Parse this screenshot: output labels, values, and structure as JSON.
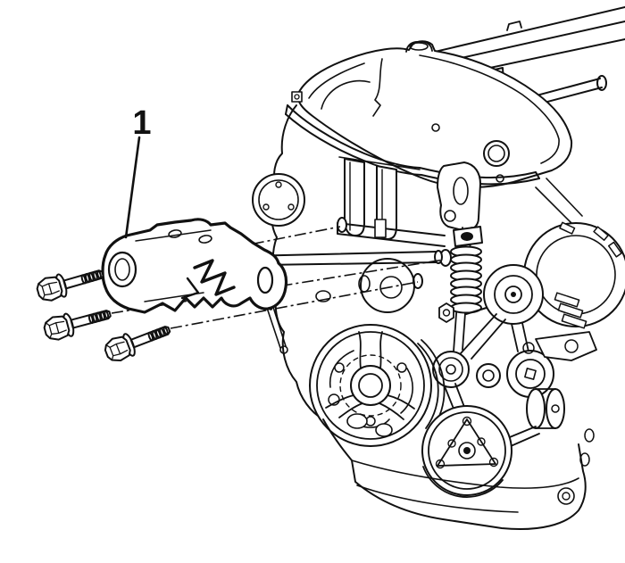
{
  "diagram": {
    "figure_type": "exploded-view line illustration, engine mount bracket to engine",
    "background_color": "#ffffff",
    "line_color": "#111111",
    "callouts": [
      {
        "label": "1",
        "points_to": "engine-mount-bracket"
      }
    ],
    "parts_depicted": [
      "engine-mount-bracket",
      "mount-bolt-upper",
      "mount-bolt-middle",
      "mount-bolt-lower",
      "bolt-centerlines",
      "engine-assembly",
      "valve-cover",
      "fuel-rail",
      "injector-posts",
      "engine-lift-bracket",
      "belt-tensioner-spring",
      "tensioner-pulley",
      "idler-pulleys",
      "alternator",
      "drive-belt",
      "crankshaft-pulley",
      "ac-compressor-clutch",
      "water-pump-pulley",
      "oil-pan"
    ]
  }
}
